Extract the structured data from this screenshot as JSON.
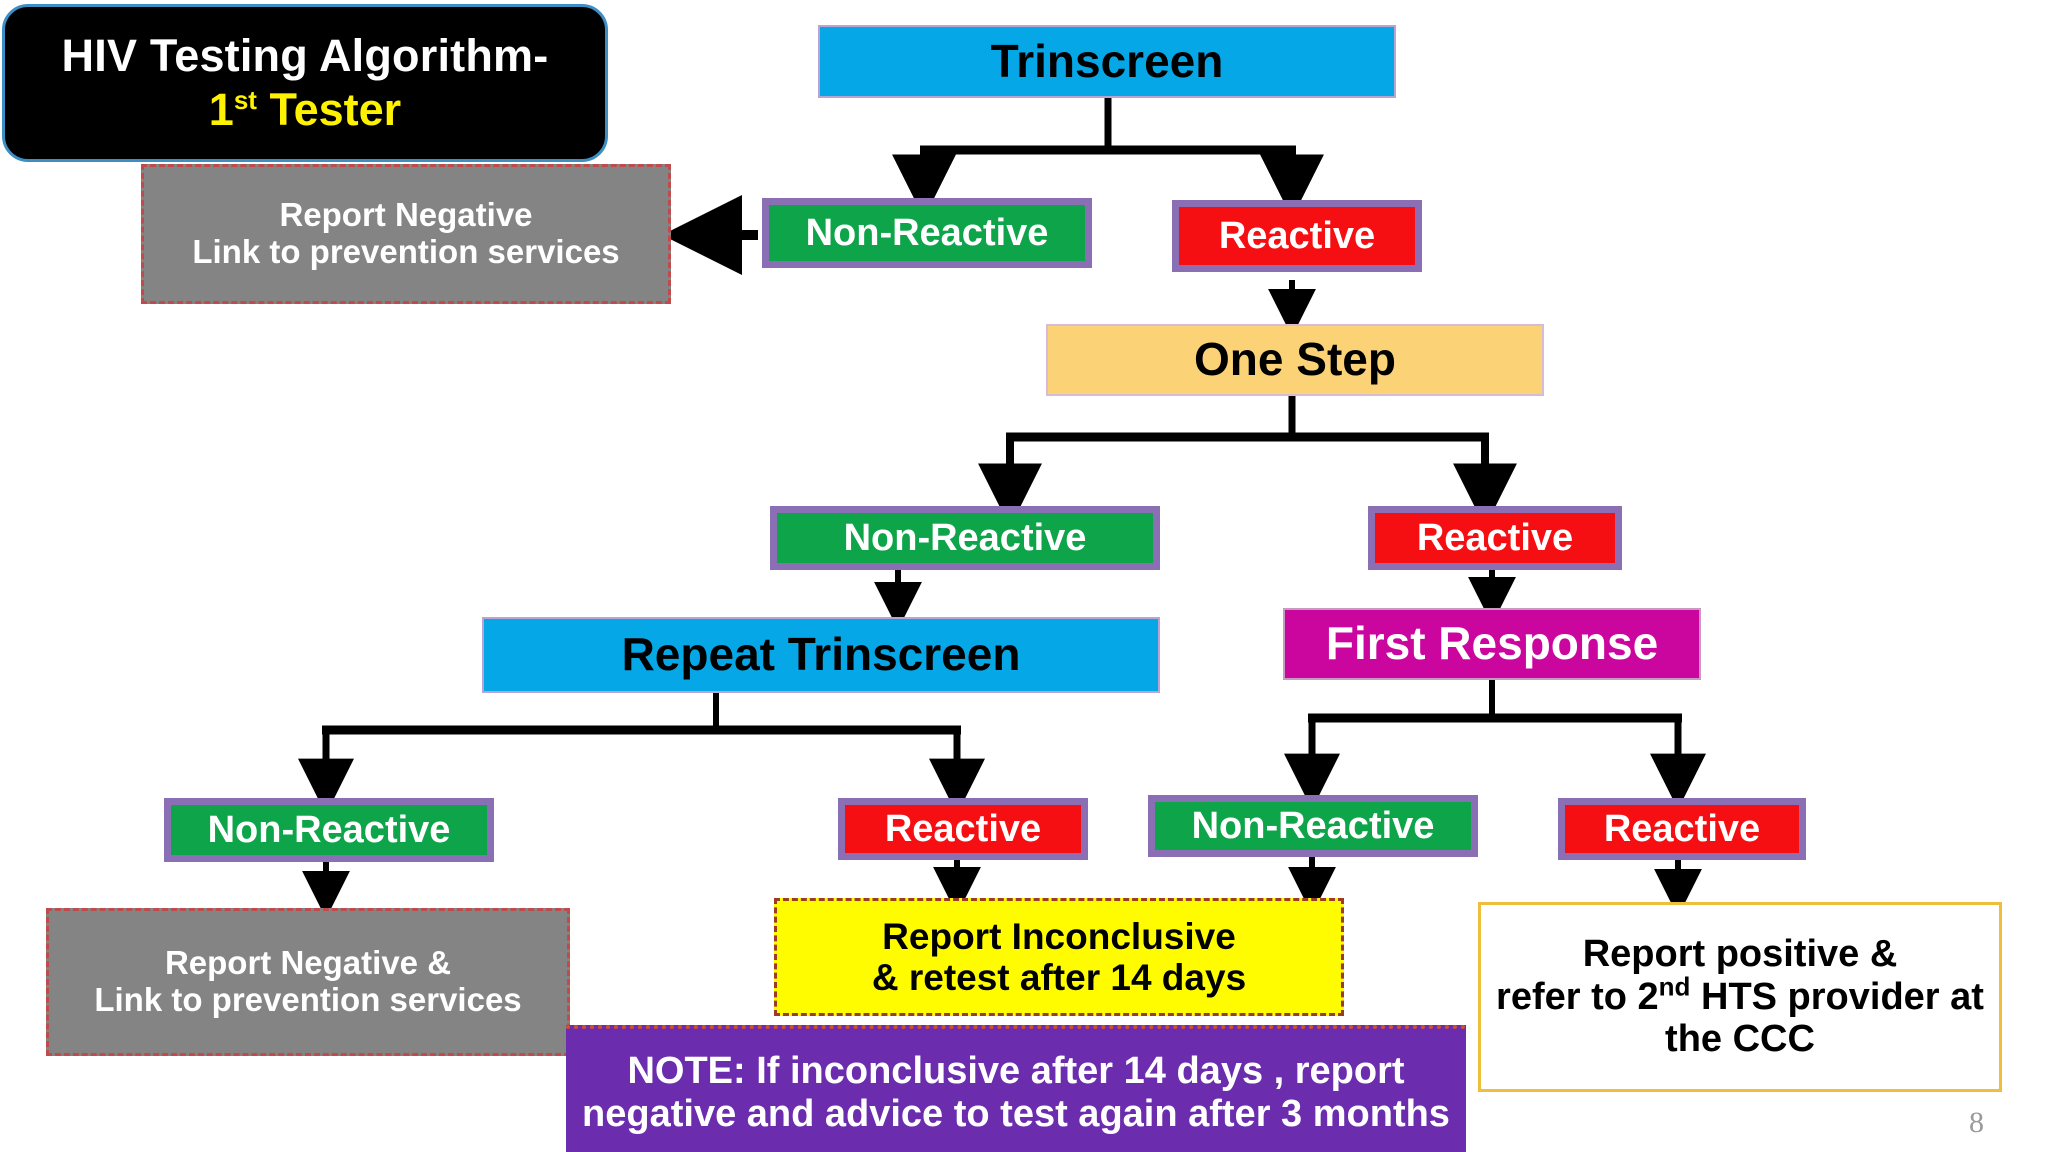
{
  "slide": {
    "page_number": "8",
    "background": "#FFFFFF"
  },
  "title": {
    "line1": "HIV Testing Algorithm-",
    "line2_num": "1",
    "line2_sup": "st",
    "line2_rest": " Tester",
    "box_color": "#000000",
    "border_color": "#3C8EC4",
    "line1_color": "#FFFFFF",
    "line2_color": "#FFF200"
  },
  "colors": {
    "green": "#0EA54A",
    "red": "#F50F12",
    "blue": "#06A7E6",
    "amber": "#FBD275",
    "magenta": "#CB069F",
    "gray": "#848484",
    "yellow": "#FFFC00",
    "purple": "#6B2DAE",
    "chip_border": "#8A6FB5",
    "gold_border": "#EFBE3C",
    "dashed_red": "#C14A4A"
  },
  "nodes": {
    "trinscreen": "Trinscreen",
    "l1_nonreactive": "Non-Reactive",
    "l1_reactive": "Reactive",
    "report_negative": "Report Negative\nLink to prevention services",
    "one_step": "One Step",
    "l2_nonreactive": "Non-Reactive",
    "l2_reactive": "Reactive",
    "repeat_trinscreen": "Repeat Trinscreen",
    "first_response": "First Response",
    "l3_nonreactive": "Non-Reactive",
    "l3_reactive": "Reactive",
    "l4_nonreactive": "Non-Reactive",
    "l4_reactive": "Reactive",
    "report_negative_link": "Report Negative &\nLink to prevention services",
    "report_inconclusive": "Report Inconclusive\n& retest after 14 days",
    "report_positive_line1": "Report positive &",
    "report_positive_line2_a": "refer to 2",
    "report_positive_line2_sup": "nd",
    "report_positive_line2_b": " HTS provider at",
    "report_positive_line3": "the CCC",
    "note": "NOTE: If inconclusive after 14 days , report\nnegative and  advice to test again after 3 months"
  }
}
